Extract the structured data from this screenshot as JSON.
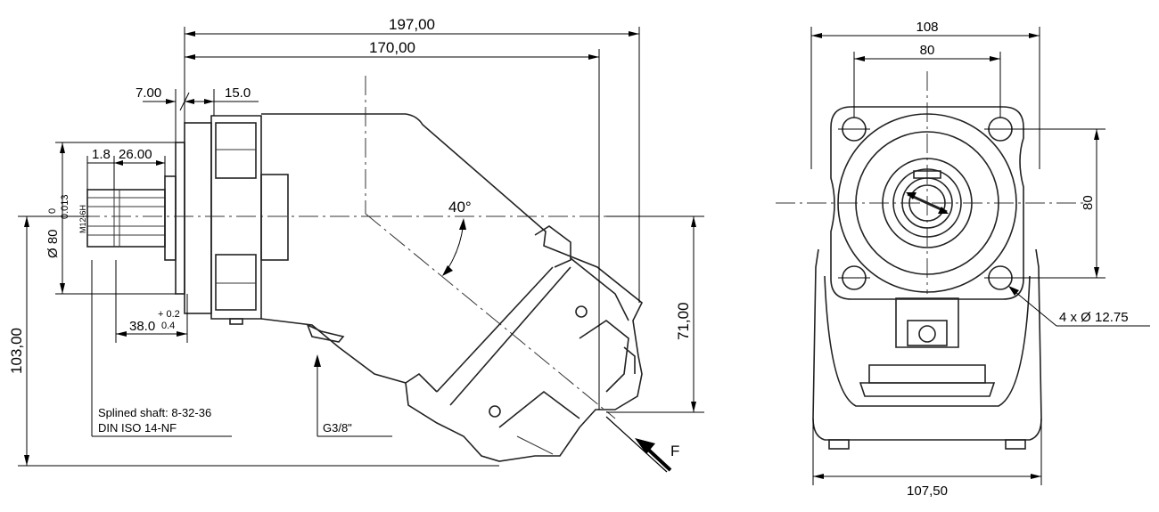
{
  "side_view": {
    "dims": {
      "overall_length": "197,00",
      "flange_length": "170,00",
      "flange_thickness": "7.00",
      "pilot_depth": "15.0",
      "shaft_shoulder": "1.8",
      "shaft_length": "26.00",
      "shaft_thread": "M12-6H",
      "pilot_diameter": "Ø 80",
      "pilot_tol_upper": "0",
      "pilot_tol_lower": "0.013",
      "shaft_projection": "38.0",
      "shaft_projection_tol_upper": "+ 0.2",
      "shaft_projection_tol_lower": "0.4",
      "total_height": "103,00",
      "port_height": "71,00",
      "bent_axis_angle": "40°"
    },
    "notes": {
      "shaft_line1": "Splined shaft: 8-32-36",
      "shaft_line2": "DIN ISO 14-NF",
      "port_thread": "G3/8\"",
      "force_label": "F"
    }
  },
  "front_view": {
    "dims": {
      "flange_width": "108",
      "bolt_spacing_horizontal": "80",
      "bolt_spacing_vertical": "80",
      "base_width": "107,50",
      "bolt_holes": "4 x  Ø 12.75"
    }
  }
}
